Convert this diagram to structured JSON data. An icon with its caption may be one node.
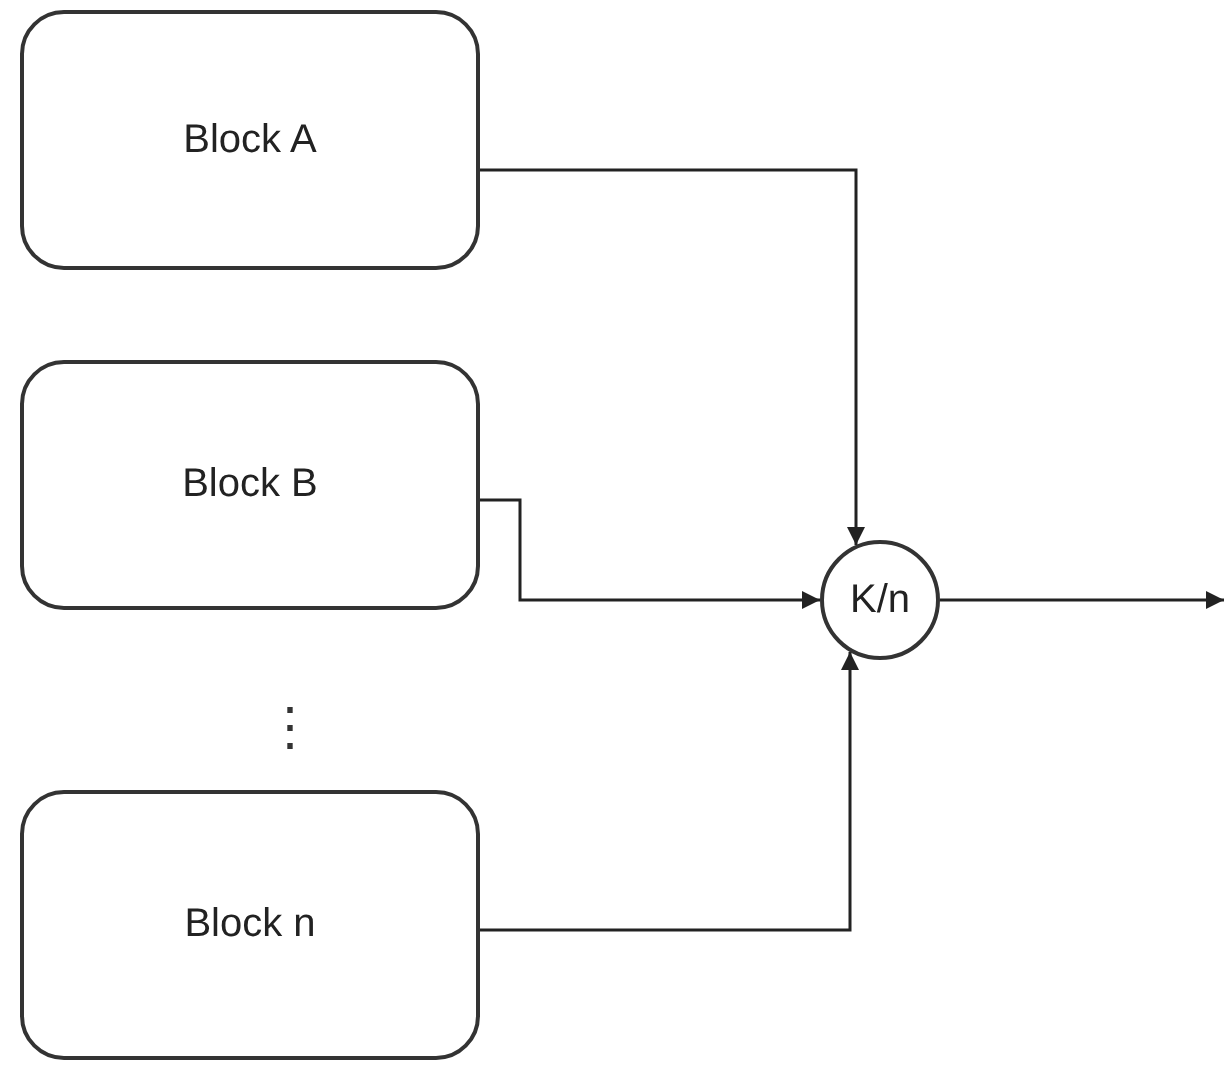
{
  "diagram": {
    "nodes": [
      {
        "text": [
          "Block A"
        ]
      },
      {
        "text": [
          "Block B"
        ]
      },
      {
        "text": [
          "Block n"
        ]
      },
      {
        "text": [
          "K/n"
        ]
      }
    ],
    "edges": [
      {
        "from": 0,
        "to": 3,
        "arrow": "to"
      },
      {
        "from": 1,
        "to": 3,
        "arrow": "to"
      },
      {
        "from": 2,
        "to": 3,
        "arrow": "to"
      },
      {
        "from": 3,
        "to": null,
        "arrow": "to"
      }
    ],
    "labels": [
      "⋮"
    ]
  }
}
